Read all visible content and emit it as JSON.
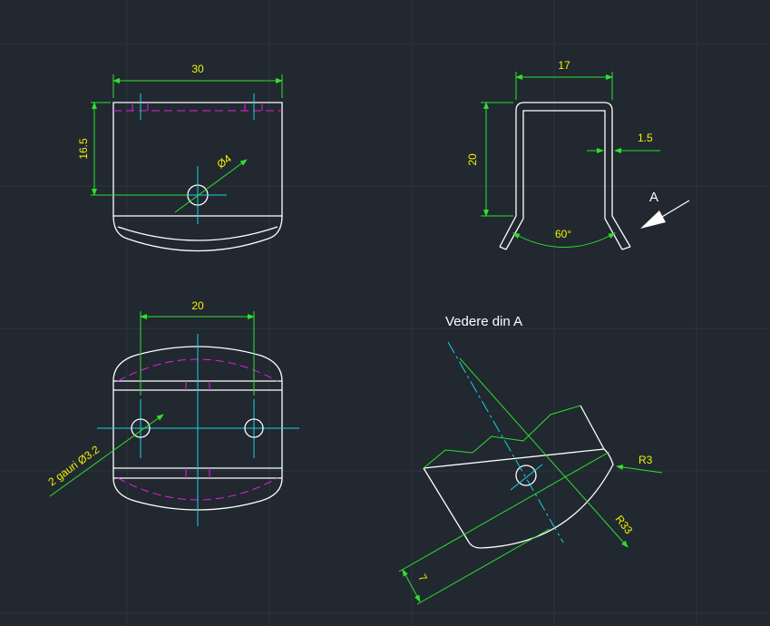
{
  "drawing": {
    "background": "#212830",
    "colors": {
      "outline": "#ffffff",
      "dimension": "#2ee02e",
      "centerline": "#18d4e0",
      "hidden": "#e020e0",
      "dimension_text": "#f4f400",
      "label_text": "#ffffff"
    },
    "top_view": {
      "width_dim": "30",
      "height_dim": "16.5",
      "hole_dim": "Ø4"
    },
    "side_view": {
      "width_dim": "17",
      "height_dim": "20",
      "thickness_dim": "1.5",
      "angle_dim": "60°",
      "view_marker": "A"
    },
    "front_view": {
      "hole_spacing_dim": "20",
      "holes_note": "2 gauri Ø3.2"
    },
    "aux_view": {
      "title": "Vedere din A",
      "radius_small": "R3",
      "radius_large": "R33",
      "offset_dim": "7"
    }
  }
}
